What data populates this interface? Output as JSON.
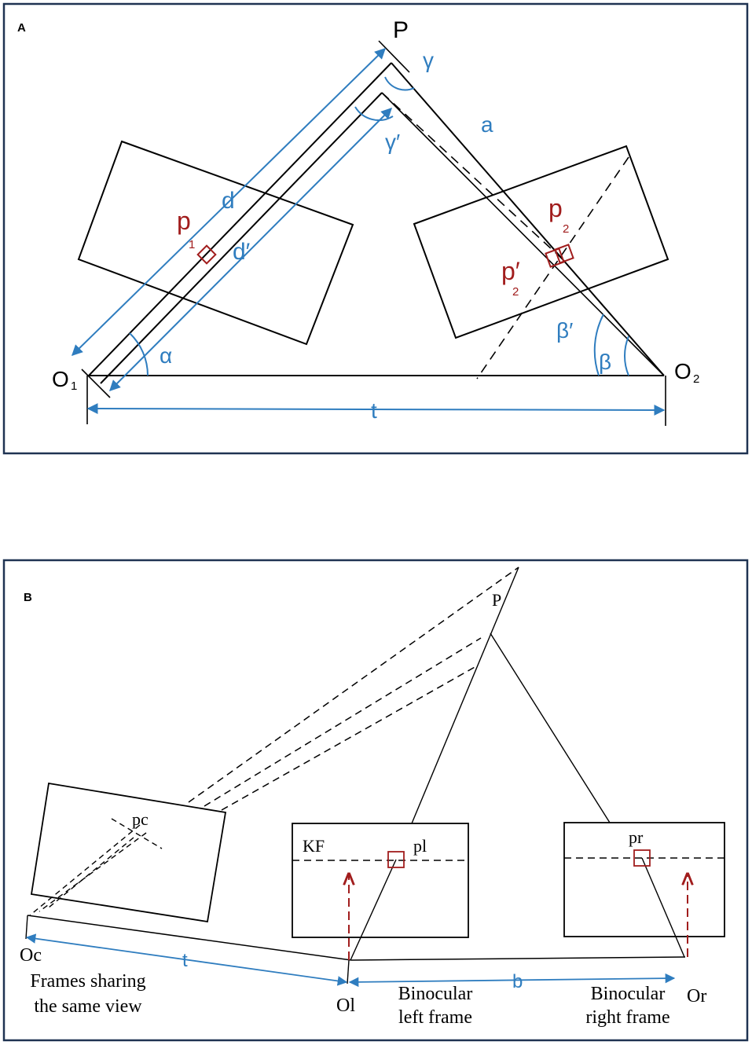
{
  "panel_a": {
    "panel_label": "A",
    "labels": {
      "P": "P",
      "gamma": "γ",
      "gamma_prime": "γ′",
      "a": "a",
      "d": "d",
      "d_prime": "d′",
      "p1_main": "p",
      "p1_sub": "1",
      "p2_main": "p",
      "p2_sub": "2",
      "p2p_main": "p′",
      "p2p_sub": "2",
      "alpha": "α",
      "beta": "β",
      "beta_prime": "β′",
      "O1_main": "O",
      "O1_sub": "1",
      "O2_main": "O",
      "O2_sub": "2",
      "t": "t"
    }
  },
  "panel_b": {
    "panel_label": "B",
    "labels": {
      "P": "P",
      "pc": "pc",
      "KF": "KF",
      "pl": "pl",
      "pr": "pr",
      "Oc": "Oc",
      "Ol": "Ol",
      "Or": "Or",
      "t": "t",
      "b": "b",
      "frames_line1": "Frames sharing",
      "frames_line2": "the same view",
      "left_line1": "Binocular",
      "left_line2": "left frame",
      "right_line1": "Binocular",
      "right_line2": "right frame"
    }
  },
  "colors": {
    "blue": "#2f7dbf",
    "red": "#a11d1d",
    "frame": "#1f3352"
  }
}
